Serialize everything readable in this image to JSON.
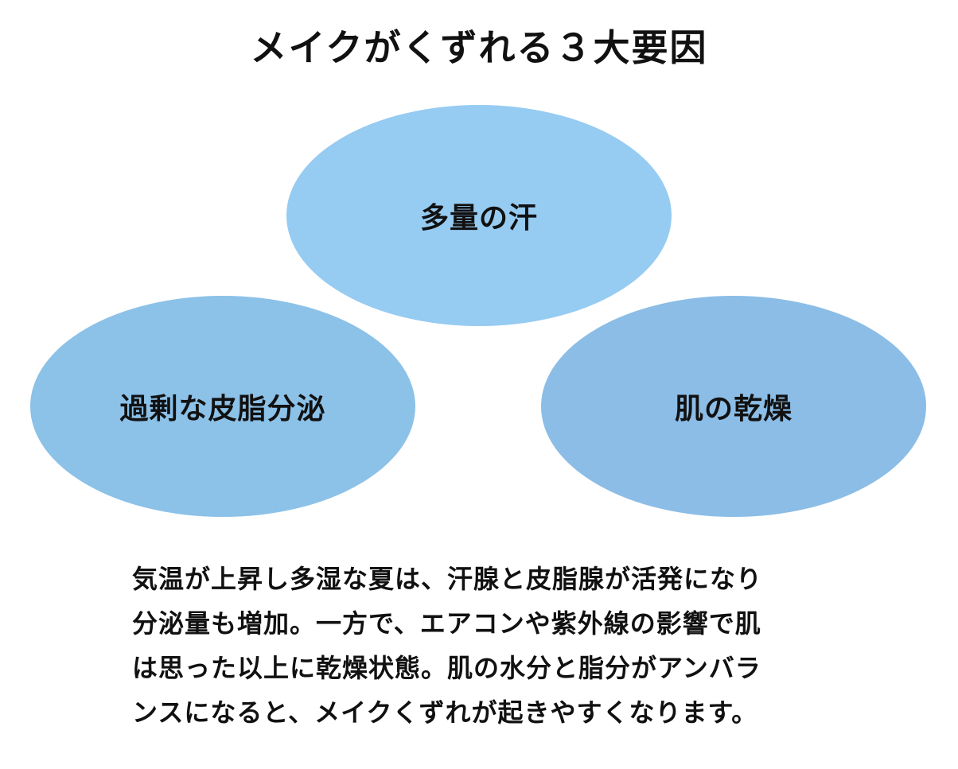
{
  "title": "メイクがくずれる３大要因",
  "factors": [
    {
      "label": "多量の汗",
      "color": "#96CBF2"
    },
    {
      "label": "過剰な皮脂分泌",
      "color": "#8CC1E8"
    },
    {
      "label": "肌の乾燥",
      "color": "#8BBDE6"
    }
  ],
  "description_lines": [
    "気温が上昇し多湿な夏は、汗腺と皮脂腺が活発になり",
    "分泌量も増加。一方で、エアコンや紫外線の影響で肌",
    "は思った以上に乾燥状態。肌の水分と脂分がアンバラ",
    "ンスになると、メイクくずれが起きやすくなります。"
  ]
}
